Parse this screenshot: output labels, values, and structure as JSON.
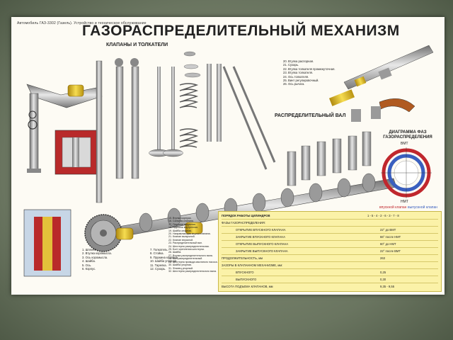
{
  "header": {
    "note": "Автомобиль ГАЗ-3302 (Газель). Устройство и техническое обслуживание",
    "title": "ГАЗОРАСПРЕДЕЛИТЕЛЬНЫЙ МЕХАНИЗМ"
  },
  "sections": {
    "valves": "КЛАПАНЫ И ТОЛКАТЕЛИ",
    "camshaft": "РАСПРЕДЕЛИТЕЛЬНЫЙ ВАЛ",
    "phase_diagram": "ДИАГРАММА ФАЗ ГАЗОРАСПРЕДЕЛЕНИЯ"
  },
  "phase_diagram": {
    "top_label": "ВМТ",
    "bottom_label": "НМТ",
    "legend_intake": "впускной клапан",
    "legend_exhaust": "выпускной клапан"
  },
  "legend_top_right": [
    "20. Втулка распорная.",
    "21. Сухарь.",
    "22. Втулка толкателя промежуточная.",
    "23. Втулка толкателя.",
    "24. Ось толкателя.",
    "25. Винт регулировочный.",
    "26. Ось рычага."
  ],
  "legend_bottom_left": [
    "1. Шплинт.",
    "2. Втулка коромысла.",
    "3. Ось коромысла.",
    "4. Шайба.",
    "5. Ось.",
    "6. Корпус.",
    "7. Толкатель.",
    "8. Стойка.",
    "9. Пружина клапана.",
    "10. Шайба упорная.",
    "11. Тарелка.",
    "12. Сухарь."
  ],
  "legend_bottom_center": [
    "15. Втулка корпуса.",
    "16. Сальник клапана.",
    "17. Пружина наружная.",
    "18. Пружина внутренняя.",
    "19. Шайба опорная.",
    "20. Направляющая втулка клапана.",
    "21. Клапан выпускной.",
    "22. Клапан впускной.",
    "23. Распределительный вал.",
    "24. Шестерня распределительная.",
    "25. Болт крепления шестерни.",
    "26. Шайба.",
    "27. Втулка распределительного вала.",
    "28. Вал распределительный.",
    "29. Шестерня привода масляного насоса.",
    "30. Шайба упорная.",
    "31. Фланец упорный.",
    "32. Шестерня распределительного вала."
  ],
  "spec_table": {
    "header_label": "ПОРЯДОК РАБОТЫ ЦИЛИНДРОВ",
    "header_value": "1 - 5 - 4 - 2 - 6 - 3 - 7 - 8",
    "rows": [
      {
        "label": "ФАЗЫ ГАЗОРАСПРЕДЕЛЕНИЯ:",
        "value": ""
      },
      {
        "label": "ОТКРЫТИЕ ВПУСКНОГО КЛАПАНА",
        "value": "22° до ВМТ"
      },
      {
        "label": "ЗАКРЫТИЕ ВПУСКНОГО КЛАПАНА",
        "value": "66° после НМТ"
      },
      {
        "label": "ОТКРЫТИЕ ВЫПУСКНОГО КЛАПАНА",
        "value": "60° до НМТ"
      },
      {
        "label": "ЗАКРЫТИЕ ВЫПУСКНОГО КЛАПАНА",
        "value": "22° после ВМТ"
      },
      {
        "label": "ПРОДОЛЖИТЕЛЬНОСТЬ, мм",
        "value": "263"
      },
      {
        "label": "ЗАЗОРЫ В КЛАПАННОМ МЕХАНИЗМЕ, мм:",
        "value": ""
      },
      {
        "label": "ВПУСКНОГО",
        "value": "0,25"
      },
      {
        "label": "ВЫПУСКНОГО",
        "value": "0,30"
      },
      {
        "label": "ВЫСОТА ПОДЪЕМА КЛАПАНОВ, мм",
        "value": "9,35 - 9,55"
      }
    ]
  },
  "colors": {
    "accent_red": "#c0272d",
    "brass": "#e8c02a",
    "steel": "#9a9a9a",
    "table_bg": "#fbf2a8",
    "intake_color": "#c0272d",
    "exhaust_color": "#3a5fbf"
  }
}
